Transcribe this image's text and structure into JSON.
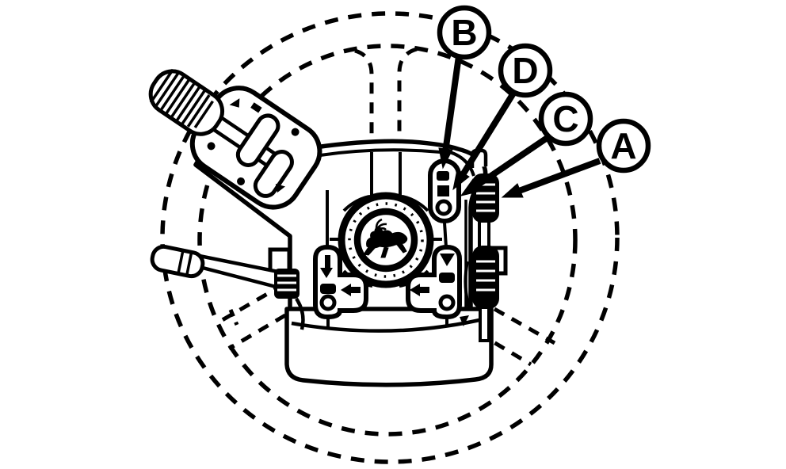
{
  "colors": {
    "line": "#000000",
    "background": "#ffffff"
  },
  "callouts": [
    {
      "label": "B"
    },
    {
      "label": "D"
    },
    {
      "label": "C"
    },
    {
      "label": "A"
    }
  ],
  "icons": {
    "hub_logo": "leaping-deer-icon",
    "left_pod_buttons": [
      "down-arrow-icon",
      "bar-button-icon",
      "ring-button-icon",
      "left-arrow-icon"
    ],
    "right_pod_buttons": [
      "down-triangle-icon",
      "bar-button-icon",
      "ring-button-icon",
      "left-arrow-icon"
    ]
  }
}
